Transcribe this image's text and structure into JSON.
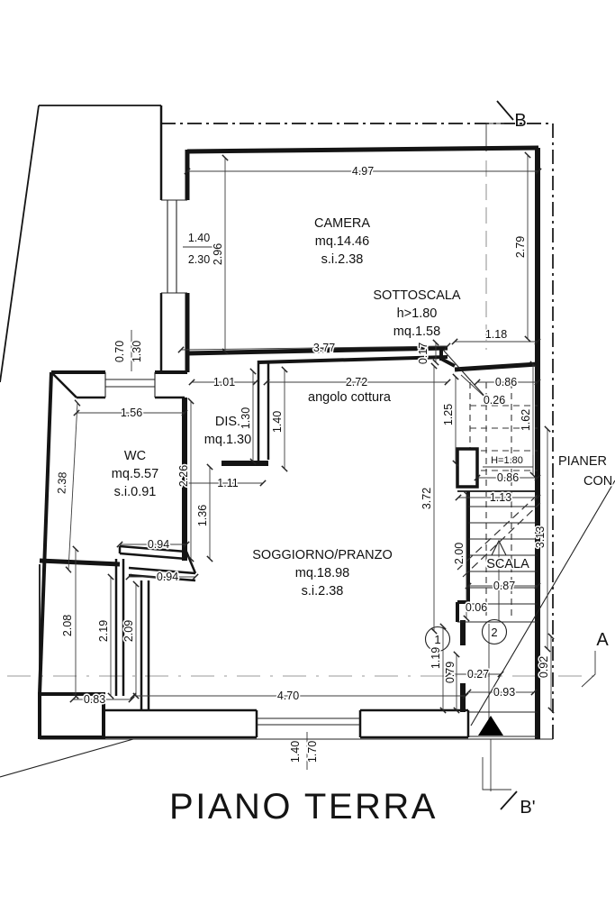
{
  "title": "PIANO TERRA",
  "colors": {
    "line": "#141414",
    "background": "#ffffff",
    "section_gray": "#9a9a9a"
  },
  "section_markers": {
    "top": "B",
    "bottom": "B'",
    "right": "A"
  },
  "edge_text": {
    "line1": "PIANER",
    "line2": "CON"
  },
  "rooms": {
    "camera": {
      "name": "CAMERA",
      "area": "mq.14.46",
      "si": "s.i.2.38"
    },
    "sottoscala": {
      "name": "SOTTOSCALA",
      "height": "h>1.80",
      "area": "mq.1.58"
    },
    "angolo": {
      "name": "angolo cottura"
    },
    "dis": {
      "name": "DIS.",
      "area": "mq.1.30"
    },
    "wc": {
      "name": "WC",
      "area": "mq.5.57",
      "si": "s.i.0.91"
    },
    "soggiorno": {
      "name": "SOGGIORNO/PRANZO",
      "area": "mq.18.98",
      "si": "s.i.2.38"
    },
    "scala": {
      "name": "SCALA",
      "height_note": "H=1.80"
    }
  },
  "stair_refs": {
    "one": "1",
    "two": "2"
  },
  "dims": {
    "camera_width": "4.97",
    "camera_height_left": "2.96",
    "camera_height_right": "2.79",
    "camera_window_width": "1.40",
    "camera_window_height": "2.30",
    "sottoscala_width": "1.18",
    "sottoscala_jog": "0.17",
    "kitchen_span": "3.77",
    "hall_width": "1.01",
    "kitchen_width": "2.72",
    "stair_top_width": "0.86",
    "door_clear": "0.26",
    "stair_upper_height": "1.25",
    "stair_right_upper": "1.62",
    "wc_window_width": "0.70",
    "wc_window_height": "1.30",
    "wc_top_width": "1.56",
    "dis_wall_left": "1.30",
    "dis_wall_right": "1.40",
    "wc_diagonal": "2.38",
    "wc_right_height": "2.26",
    "dis_bottom": "1.11",
    "passage_height": "1.36",
    "landing_width": "0.86",
    "landing_width2": "1.13",
    "soggiorno_height": "3.72",
    "step_upper": "0.94",
    "step_lower": "0.94",
    "stair_mid_height": "2.00",
    "stair_total_height": "3.13",
    "scala_width": "0.87",
    "step_jog": "0.06",
    "left_height_outer": "2.08",
    "left_height_mid": "2.19",
    "left_height_inner": "2.09",
    "bottom_left_width": "0.83",
    "soggiorno_width": "4.70",
    "entry_jog": "0.27",
    "entry_left_height": "1.19",
    "entry_inner_height": "0.79",
    "entry_right_height": "0.92",
    "entry_width": "0.93",
    "window_width": "1.40",
    "window_span": "1.70"
  }
}
